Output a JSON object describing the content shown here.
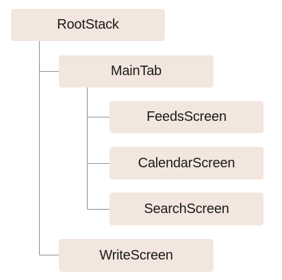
{
  "tree": {
    "root": {
      "label": "RootStack"
    },
    "main_tab": {
      "label": "MainTab"
    },
    "feeds_screen": {
      "label": "FeedsScreen"
    },
    "calendar_screen": {
      "label": "CalendarScreen"
    },
    "search_screen": {
      "label": "SearchScreen"
    },
    "write_screen": {
      "label": "WriteScreen"
    }
  },
  "colors": {
    "node_fill": "#f3e6de",
    "connector": "#8c8c8c",
    "text": "#1a1a1a"
  }
}
